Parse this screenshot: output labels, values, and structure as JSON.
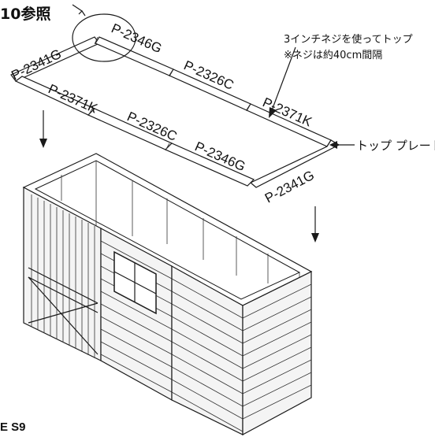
{
  "header": {
    "ref_text": "10参照"
  },
  "parts": {
    "back_left": "P-2341G",
    "back_mid": "P-2346G",
    "back_mid2": "P-2326C",
    "right_back": "P-2371K",
    "front_left": "P-2371K",
    "front_mid": "P-2326C",
    "front_mid2": "P-2346G",
    "front_right": "P-2341G"
  },
  "notes": {
    "screw_line1": "3インチネジを使ってトップ",
    "screw_line2": "※ネジは約40cm間隔",
    "top_plate": "トップ プレート"
  },
  "footer": {
    "code": "E S9"
  },
  "colors": {
    "line": "#1a1a1a",
    "panel": "#f4f4f4",
    "bg": "#ffffff"
  }
}
